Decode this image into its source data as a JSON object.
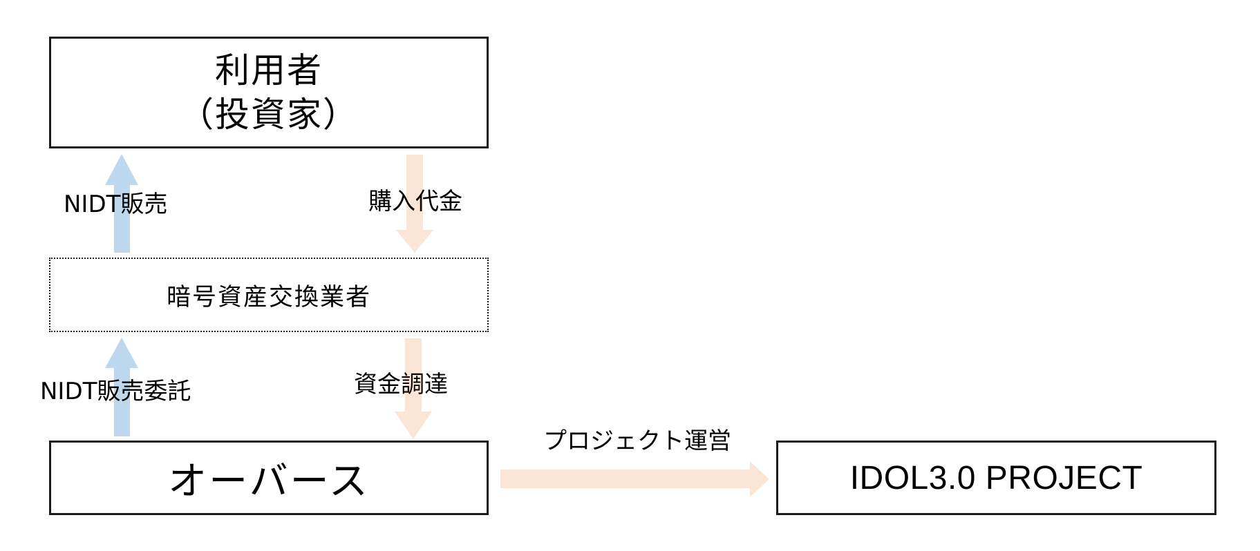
{
  "nodes": {
    "investor": {
      "line1": "利用者",
      "line2": "（投資家）"
    },
    "exchange": {
      "label": "暗号資産交換業者"
    },
    "overse": {
      "label": "オーバース"
    },
    "project": {
      "label": "IDOL3.0 PROJECT"
    }
  },
  "edges": {
    "nidt_sale": "NIDT販売",
    "purchase_payment": "購入代金",
    "nidt_consign": "NIDT販売委託",
    "funding": "資金調達",
    "project_operation": "プロジェクト運営"
  },
  "colors": {
    "blue_arrow": "#bdd7ee",
    "peach_arrow": "#fbe5d6",
    "border": "#1a1a1a"
  }
}
